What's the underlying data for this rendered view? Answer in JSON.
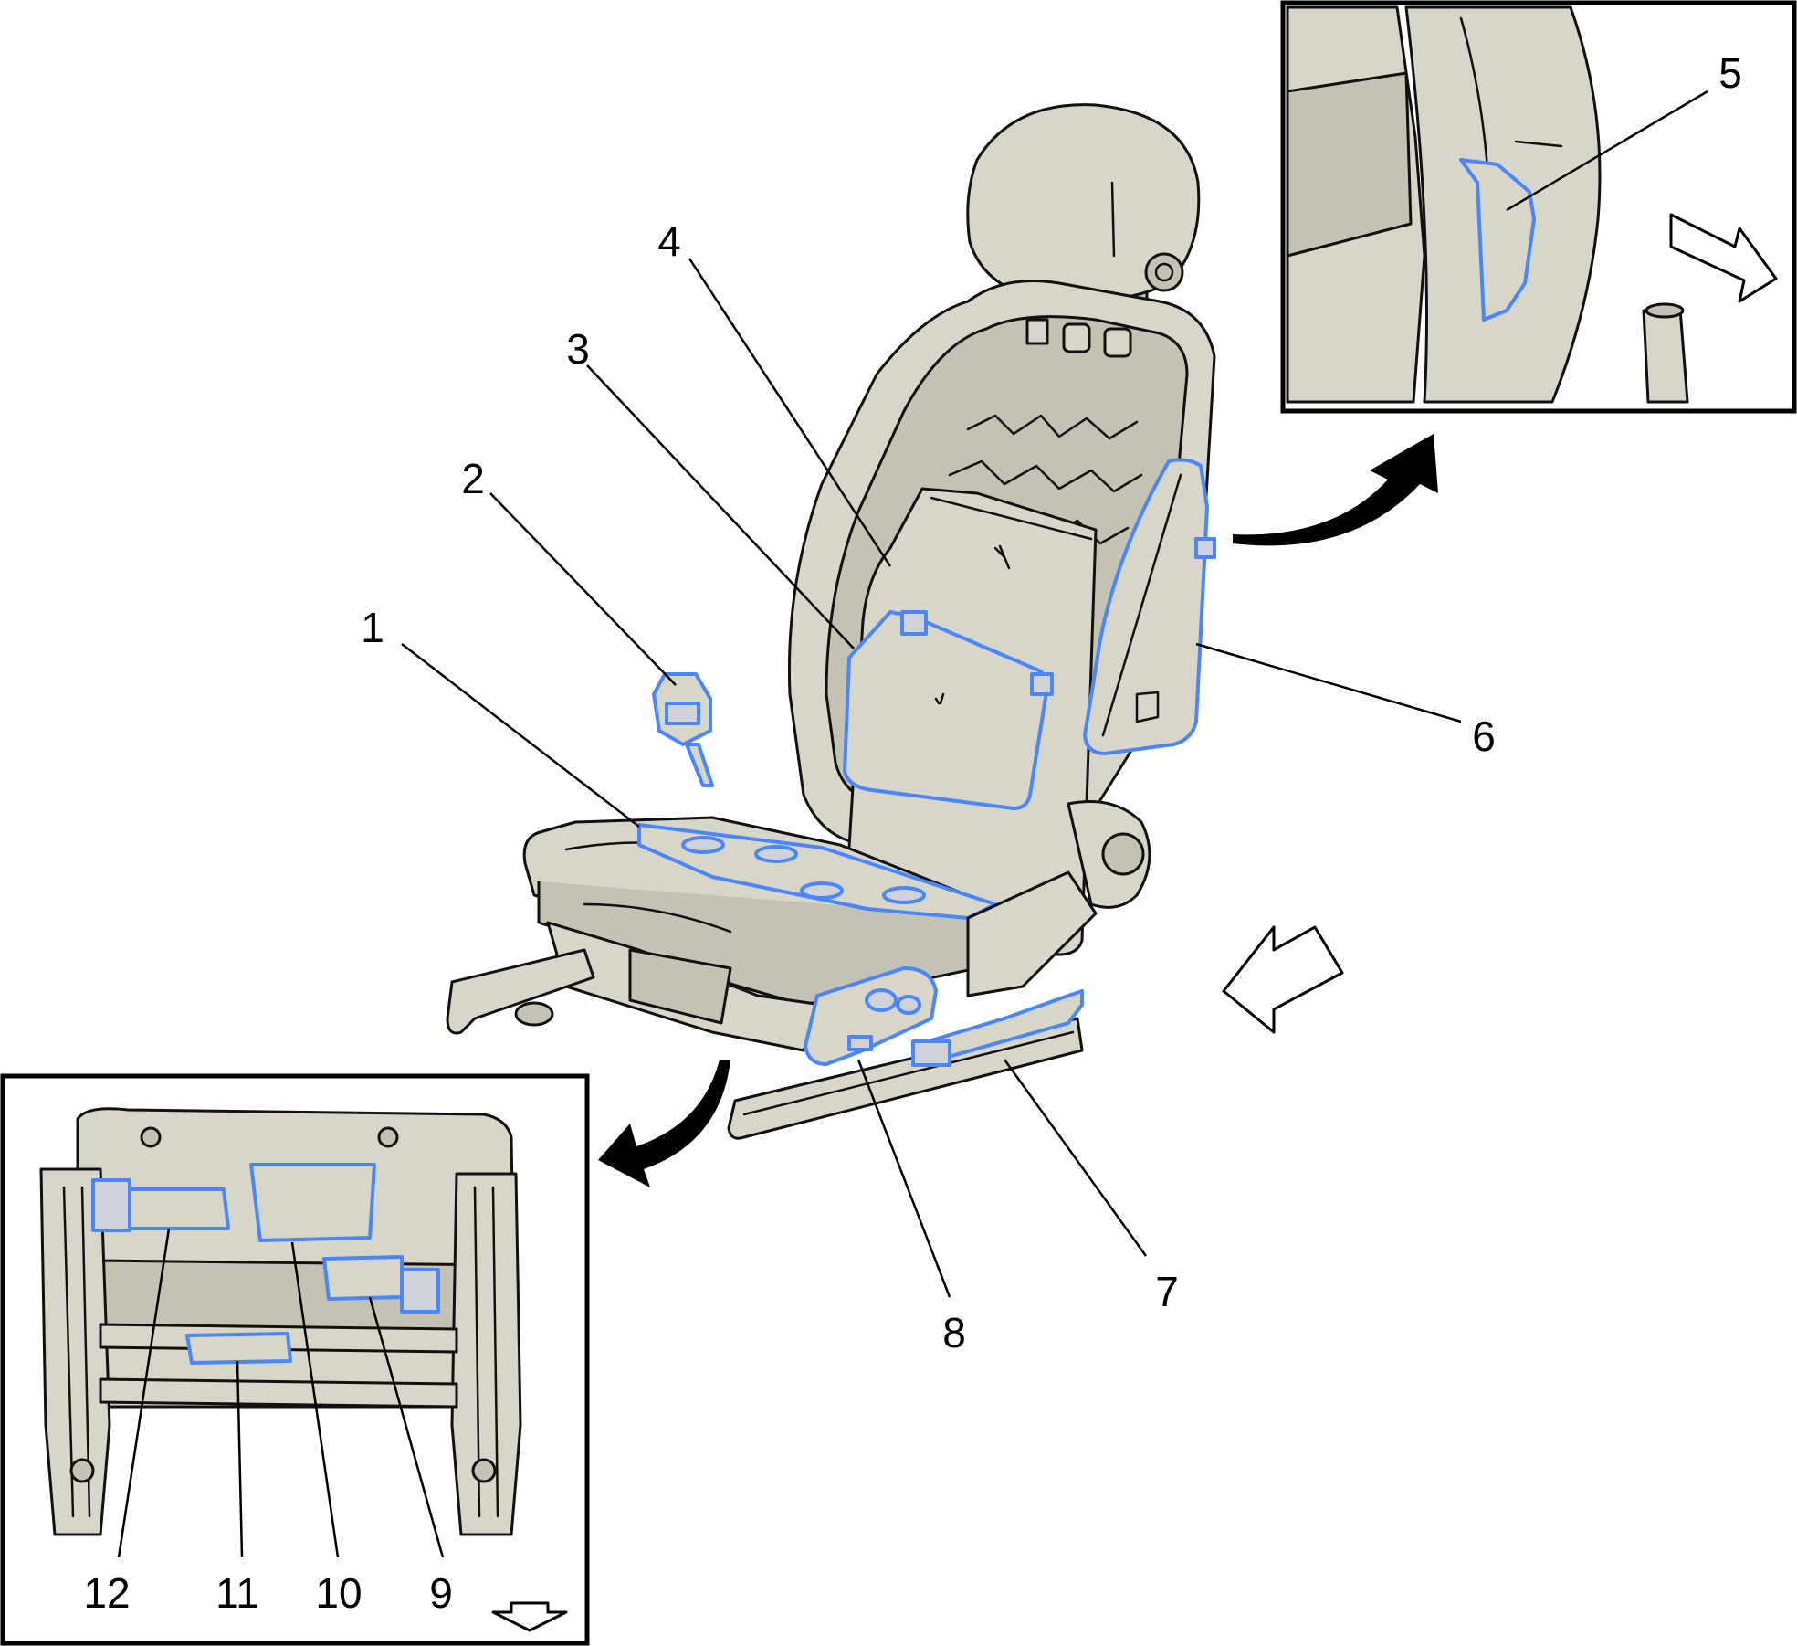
{
  "callouts": {
    "c1": "1",
    "c2": "2",
    "c3": "3",
    "c4": "4",
    "c5": "5",
    "c6": "6",
    "c7": "7",
    "c8": "8",
    "c9": "9",
    "c10": "10",
    "c11": "11",
    "c12": "12"
  },
  "colors": {
    "part_fill": "#d8d6c8",
    "highlight": "#4a86ff",
    "outline": "#111111",
    "background": "#ffffff"
  },
  "icons": {
    "view_arrow_main": "open-block-arrow-icon",
    "view_arrow_top_inset": "open-block-arrow-icon",
    "view_arrow_bottom_inset": "open-down-arrow-icon",
    "detail_arrow_top": "curved-arrow-icon",
    "detail_arrow_bottom": "curved-arrow-icon"
  }
}
